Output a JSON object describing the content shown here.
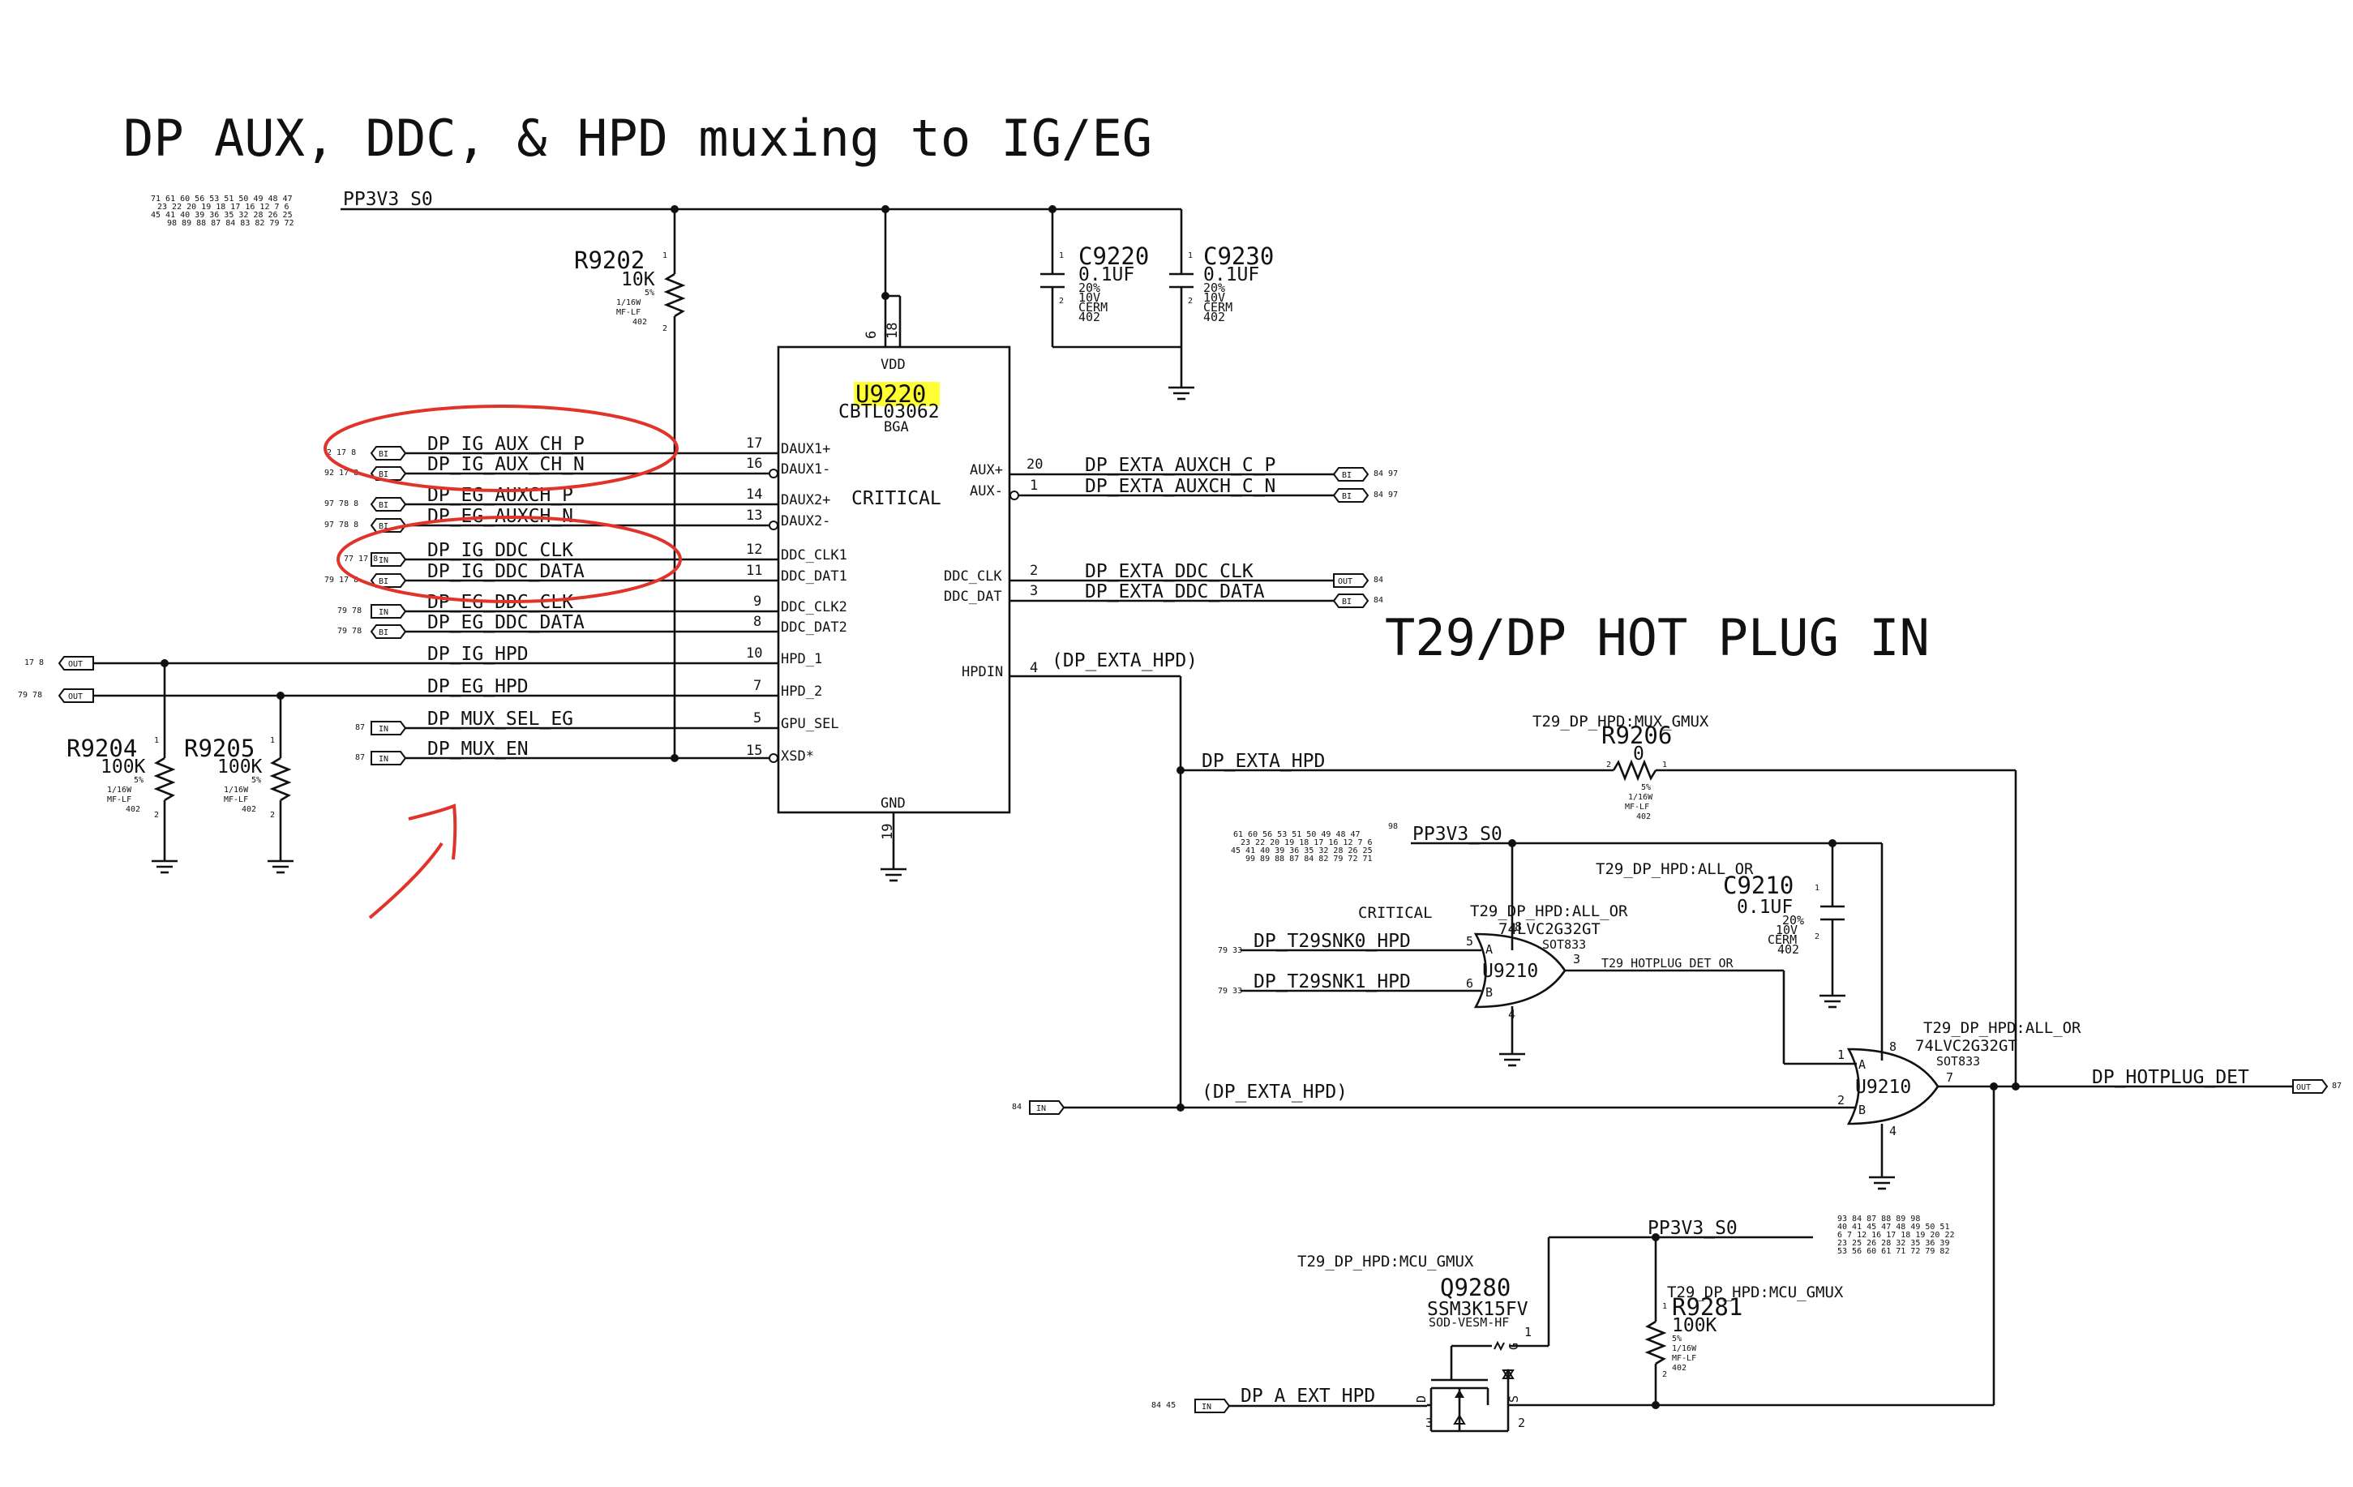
{
  "titles": {
    "main": "DP AUX, DDC, & HPD muxing to IG/EG",
    "hotplug": "T29/DP HOT PLUG IN"
  },
  "top_rail": {
    "name": "PP3V3_S0",
    "refs": [
      "71 61 60 56 53 51 50 49 48 47",
      "23 22 20 19 18 17 16 12 7 6",
      "45 41 40 39 36 35 32 28 26 25",
      "98 89 88 87 84 83 82 79 72"
    ]
  },
  "u9220": {
    "ref": "U9220",
    "part": "CBTL03062",
    "pkg": "BGA",
    "note": "CRITICAL",
    "vdd_pins": [
      "6",
      "18"
    ],
    "vdd": "VDD",
    "gnd": "GND",
    "gnd_pin": "19",
    "left_pins": [
      {
        "num": "17",
        "name": "DAUX1+"
      },
      {
        "num": "16",
        "name": "DAUX1-"
      },
      {
        "num": "14",
        "name": "DAUX2+"
      },
      {
        "num": "13",
        "name": "DAUX2-"
      },
      {
        "num": "12",
        "name": "DDC_CLK1"
      },
      {
        "num": "11",
        "name": "DDC_DAT1"
      },
      {
        "num": "9",
        "name": "DDC_CLK2"
      },
      {
        "num": "8",
        "name": "DDC_DAT2"
      },
      {
        "num": "10",
        "name": "HPD_1"
      },
      {
        "num": "7",
        "name": "HPD_2"
      },
      {
        "num": "5",
        "name": "GPU_SEL"
      },
      {
        "num": "15",
        "name": "XSD*"
      }
    ],
    "right_pins": [
      {
        "num": "20",
        "name": "AUX+"
      },
      {
        "num": "1",
        "name": "AUX-"
      },
      {
        "num": "2",
        "name": "DDC_CLK"
      },
      {
        "num": "3",
        "name": "DDC_DAT"
      },
      {
        "num": "4",
        "name": "HPDIN"
      }
    ]
  },
  "left_nets": [
    {
      "name": "DP_IG_AUX_CH_P",
      "port": "BI",
      "refs": "2 17 8"
    },
    {
      "name": "DP_IG_AUX_CH_N",
      "port": "BI",
      "refs": "92 17 8"
    },
    {
      "name": "DP_EG_AUXCH_P",
      "port": "BI",
      "refs": "97 78 8"
    },
    {
      "name": "DP_EG_AUXCH_N",
      "port": "BI",
      "refs": "97 78 8"
    },
    {
      "name": "DP_IG_DDC_CLK",
      "port": "IN",
      "refs": "77 17 8"
    },
    {
      "name": "DP_IG_DDC_DATA",
      "port": "BI",
      "refs": "79 17 8"
    },
    {
      "name": "DP_EG_DDC_CLK",
      "port": "IN",
      "refs": "79 78"
    },
    {
      "name": "DP_EG_DDC_DATA",
      "port": "BI",
      "refs": "79 78"
    },
    {
      "name": "DP_IG_HPD",
      "port": "OUT",
      "refs": "17 8"
    },
    {
      "name": "DP_EG_HPD",
      "port": "OUT",
      "refs": "79 78"
    },
    {
      "name": "DP_MUX_SEL_EG",
      "port": "IN",
      "refs": "87"
    },
    {
      "name": "DP_MUX_EN",
      "port": "IN",
      "refs": "87"
    }
  ],
  "right_nets": [
    {
      "name": "DP_EXTA_AUXCH_C_P",
      "port": "BI",
      "refs": "84 97"
    },
    {
      "name": "DP_EXTA_AUXCH_C_N",
      "port": "BI",
      "refs": "84 97"
    },
    {
      "name": "DP_EXTA_DDC_CLK",
      "port": "OUT",
      "refs": "84"
    },
    {
      "name": "DP_EXTA_DDC_DATA",
      "port": "BI",
      "refs": "84"
    }
  ],
  "hpdin_net": "(DP_EXTA_HPD)",
  "r9202": {
    "ref": "R9202",
    "pin": "1",
    "pin2": "2",
    "value": "10K",
    "specs": [
      "5%",
      "1/16W",
      "MF-LF",
      "402"
    ]
  },
  "r9204": {
    "ref": "R9204",
    "pin": "1",
    "pin2": "2",
    "value": "100K",
    "specs": [
      "5%",
      "1/16W",
      "MF-LF",
      "402"
    ]
  },
  "r9205": {
    "ref": "R9205",
    "pin": "1",
    "pin2": "2",
    "value": "100K",
    "specs": [
      "5%",
      "1/16W",
      "MF-LF",
      "402"
    ]
  },
  "c9220": {
    "ref": "C9220",
    "pin": "1",
    "pin2": "2",
    "value": "0.1UF",
    "specs": [
      "20%",
      "10V",
      "CERM",
      "402"
    ]
  },
  "c9230": {
    "ref": "C9230",
    "pin": "1",
    "pin2": "2",
    "value": "0.1UF",
    "specs": [
      "20%",
      "10V",
      "CERM",
      "402"
    ]
  },
  "hotplug": {
    "r9206_tag": "T29_DP_HPD:MUX_GMUX",
    "r9206": {
      "ref": "R9206",
      "value": "0",
      "pin1": "1",
      "pin2": "2",
      "specs": [
        "5%",
        "1/16W",
        "MF-LF",
        "402"
      ]
    },
    "exta_hpd": "DP_EXTA_HPD",
    "rail2": {
      "name": "PP3V3_S0",
      "refs": [
        "98",
        "61 60 56 53 51 50 49 48 47",
        "23 22 20 19 18 17 16 12 7 6",
        "45 41 40 39 36 35 32 28 26 25",
        "99 89 88 87 84 82 79 72 71"
      ]
    },
    "c9210_tag": "T29_DP_HPD:ALL_OR",
    "c9210": {
      "ref": "C9210",
      "value": "0.1UF",
      "pin1": "1",
      "pin2": "2",
      "specs": [
        "20%",
        "10V",
        "CERM",
        "402"
      ]
    },
    "u9210a": {
      "ref": "U9210",
      "critical": "CRITICAL",
      "tag": "T29_DP_HPD:ALL_OR",
      "part": "74LVC2G32GT",
      "pkg": "SOT833",
      "pin_a": "5",
      "pin_b": "6",
      "pin_y": "3",
      "pin_vcc": "8",
      "pin_gnd": "4",
      "lbl_a": "A",
      "lbl_b": "B"
    },
    "snk0": {
      "name": "DP_T29SNK0_HPD",
      "refs": "79 33"
    },
    "snk1": {
      "name": "DP_T29SNK1_HPD",
      "refs": "79 33"
    },
    "or_out": "T29_HOTPLUG_DET_OR",
    "u9210b": {
      "ref": "U9210",
      "tag": "T29_DP_HPD:ALL_OR",
      "part": "74LVC2G32GT",
      "pkg": "SOT833",
      "pin_a": "1",
      "pin_b": "2",
      "pin_y": "7",
      "pin_vcc": "8",
      "pin_gnd": "4",
      "lbl_a": "A",
      "lbl_b": "B"
    },
    "in84": {
      "port": "IN",
      "refs": "84",
      "net": "(DP_EXTA_HPD)"
    },
    "out": {
      "name": "DP_HOTPLUG_DET",
      "port": "OUT",
      "refs": "87"
    },
    "rail3": {
      "name": "PP3V3_S0",
      "refs": [
        "93 84 87 88 89 98",
        "40 41 45 47 48 49 50 51",
        "6 7 12 16 17 18 19 20 22",
        "23 25 26 28 32 35 36 39",
        "53 56 60 61 71 72 79 82"
      ]
    },
    "q9280": {
      "tag": "T29_DP_HPD:MCU_GMUX",
      "ref": "Q9280",
      "part": "SSM3K15FV",
      "pkg": "SOD-VESM-HF",
      "pin_g": "1",
      "pin_d": "3",
      "pin_s": "2",
      "lbl_g": "G",
      "lbl_d": "D",
      "lbl_s": "S"
    },
    "r9281": {
      "tag": "T29_DP_HPD:MCU_GMUX",
      "ref": "R9281",
      "value": "100K",
      "pin1": "1",
      "pin2": "2",
      "specs": [
        "5%",
        "1/16W",
        "MF-LF",
        "402"
      ]
    },
    "ext_hpd": {
      "name": "DP_A_EXT_HPD",
      "port": "IN",
      "refs": "84 45"
    }
  },
  "annotations": {
    "circle_color": "#e0332a",
    "arrow_color": "#e0332a",
    "highlight": "#ffff33"
  }
}
